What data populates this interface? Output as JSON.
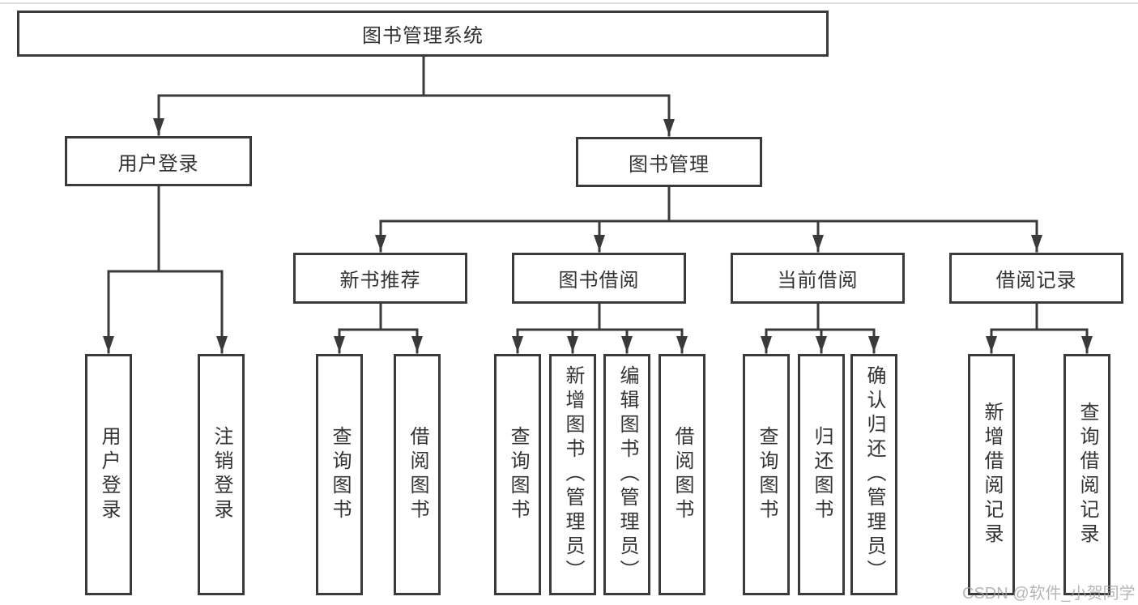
{
  "tree": {
    "root": {
      "label": "图书管理系统"
    },
    "children": [
      {
        "label": "用户登录",
        "children": [
          {
            "label": "用户登录"
          },
          {
            "label": "注销登录"
          }
        ]
      },
      {
        "label": "图书管理",
        "children": [
          {
            "label": "新书推荐",
            "children": [
              {
                "label": "查询图书"
              },
              {
                "label": "借阅图书"
              }
            ]
          },
          {
            "label": "图书借阅",
            "children": [
              {
                "label": "查询图书"
              },
              {
                "label": "新增图书（管理员）"
              },
              {
                "label": "编辑图书（管理员）"
              },
              {
                "label": "借阅图书"
              }
            ]
          },
          {
            "label": "当前借阅",
            "children": [
              {
                "label": "查询图书"
              },
              {
                "label": "归还图书"
              },
              {
                "label": "确认归还（管理员）"
              }
            ]
          },
          {
            "label": "借阅记录",
            "children": [
              {
                "label": "新增借阅记录"
              },
              {
                "label": "查询借阅记录"
              }
            ]
          }
        ]
      }
    ]
  },
  "watermark": {
    "text": "CSDN @软件_小贺同学"
  },
  "colors": {
    "line": "#3a3a3a",
    "box_border": "#3a3a3a",
    "text": "#333333",
    "background": "#ffffff",
    "watermark": "#9e9e9e",
    "top_divider": "#dcdcdc"
  }
}
